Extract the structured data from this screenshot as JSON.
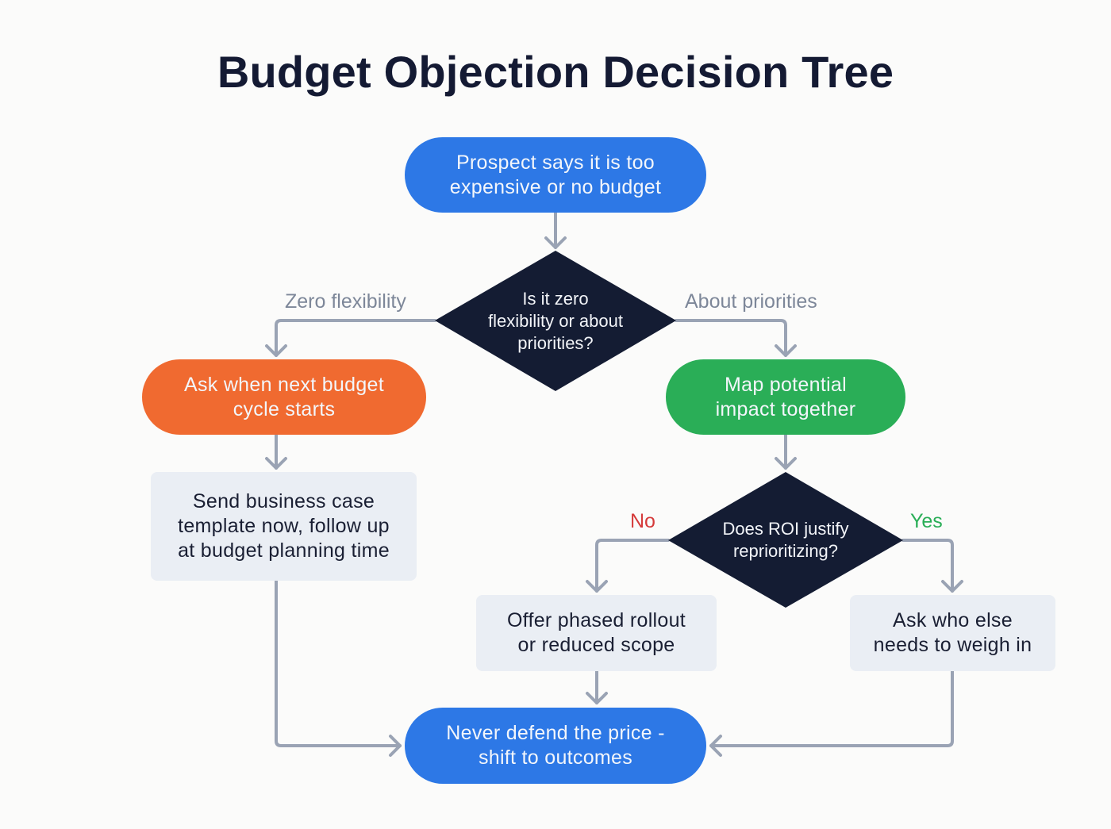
{
  "title": "Budget Objection Decision Tree",
  "colors": {
    "start_end": "#2d78e6",
    "zero_flex_path": "#f06a30",
    "priorities_path": "#2aae57",
    "decision": "#141c33",
    "action_box": "#eaeef4",
    "connector": "#9aa3b4",
    "label_no": "#d53b3b",
    "label_yes": "#2aae57"
  },
  "nodes": {
    "start": {
      "line1": "Prospect says it is too",
      "line2": "expensive or no budget"
    },
    "decision1": {
      "line1": "Is it zero",
      "line2": "flexibility or about",
      "line3": "priorities?"
    },
    "ask_budget_cycle": {
      "line1": "Ask when next budget",
      "line2": "cycle starts"
    },
    "send_business_case": {
      "line1": "Send business case",
      "line2": "template now, follow up",
      "line3": "at budget planning time"
    },
    "map_impact": {
      "line1": "Map potential",
      "line2": "impact together"
    },
    "decision2": {
      "line1": "Does ROI justify",
      "line2": "reprioritizing?"
    },
    "offer_phased": {
      "line1": "Offer phased rollout",
      "line2": "or reduced scope"
    },
    "ask_who_else": {
      "line1": "Ask who else",
      "line2": "needs to weigh in"
    },
    "end": {
      "line1": "Never defend the price -",
      "line2": "shift to outcomes"
    }
  },
  "edge_labels": {
    "zero_flexibility": "Zero flexibility",
    "about_priorities": "About priorities",
    "no": "No",
    "yes": "Yes"
  }
}
